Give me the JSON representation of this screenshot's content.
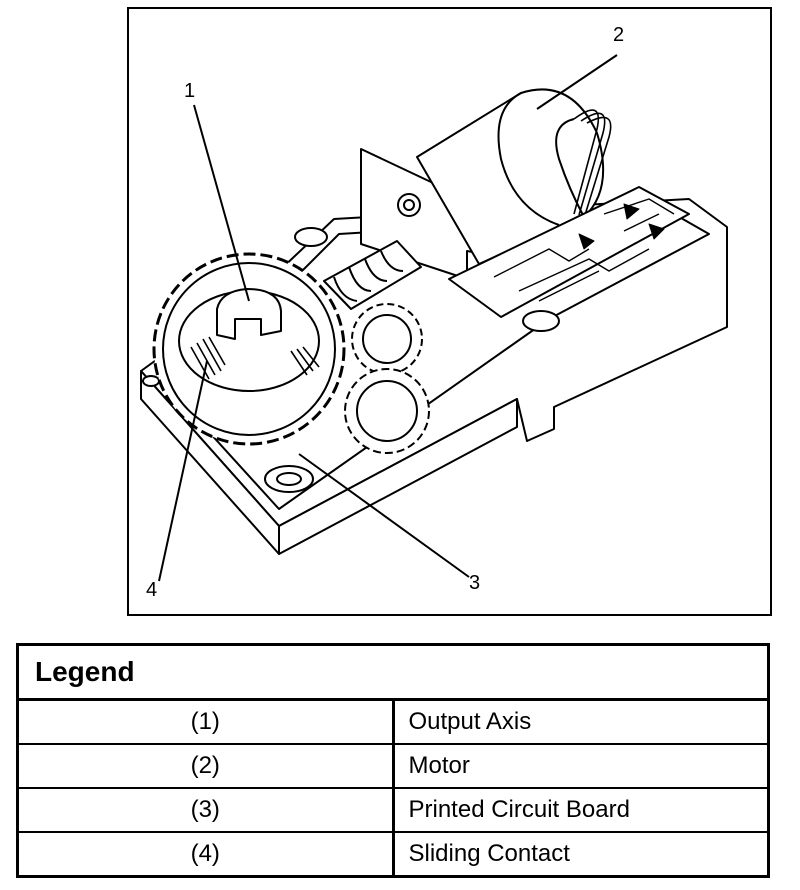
{
  "diagram": {
    "callouts": [
      "1",
      "2",
      "3",
      "4"
    ]
  },
  "legend": {
    "title": "Legend",
    "rows": [
      {
        "num": "(1)",
        "label": "Output Axis"
      },
      {
        "num": "(2)",
        "label": "Motor"
      },
      {
        "num": "(3)",
        "label": "Printed Circuit Board"
      },
      {
        "num": "(4)",
        "label": "Sliding Contact"
      }
    ]
  }
}
